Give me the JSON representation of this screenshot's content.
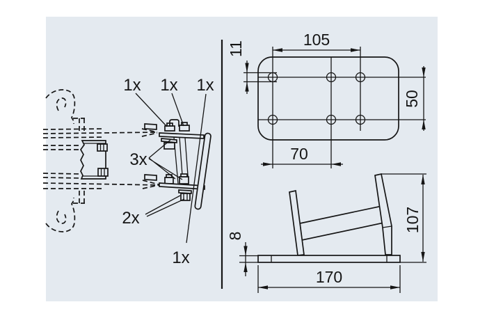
{
  "canvas": {
    "background": "#ffffff",
    "panel_background": "#e4eaf0",
    "line_color": "#151515"
  },
  "exploded_view": {
    "qty_top_1": "1x",
    "qty_top_2": "1x",
    "qty_top_3": "1x",
    "qty_middle": "3x",
    "qty_bottom_left": "2x",
    "qty_bottom": "1x"
  },
  "plate_view": {
    "dim_hole_spacing_wide": "105",
    "dim_hole_diameter": "11",
    "dim_row_spacing": "50",
    "dim_hole_spacing_narrow": "70"
  },
  "side_view": {
    "dim_base_thickness": "8",
    "dim_overall_height": "107",
    "dim_base_length": "170"
  }
}
